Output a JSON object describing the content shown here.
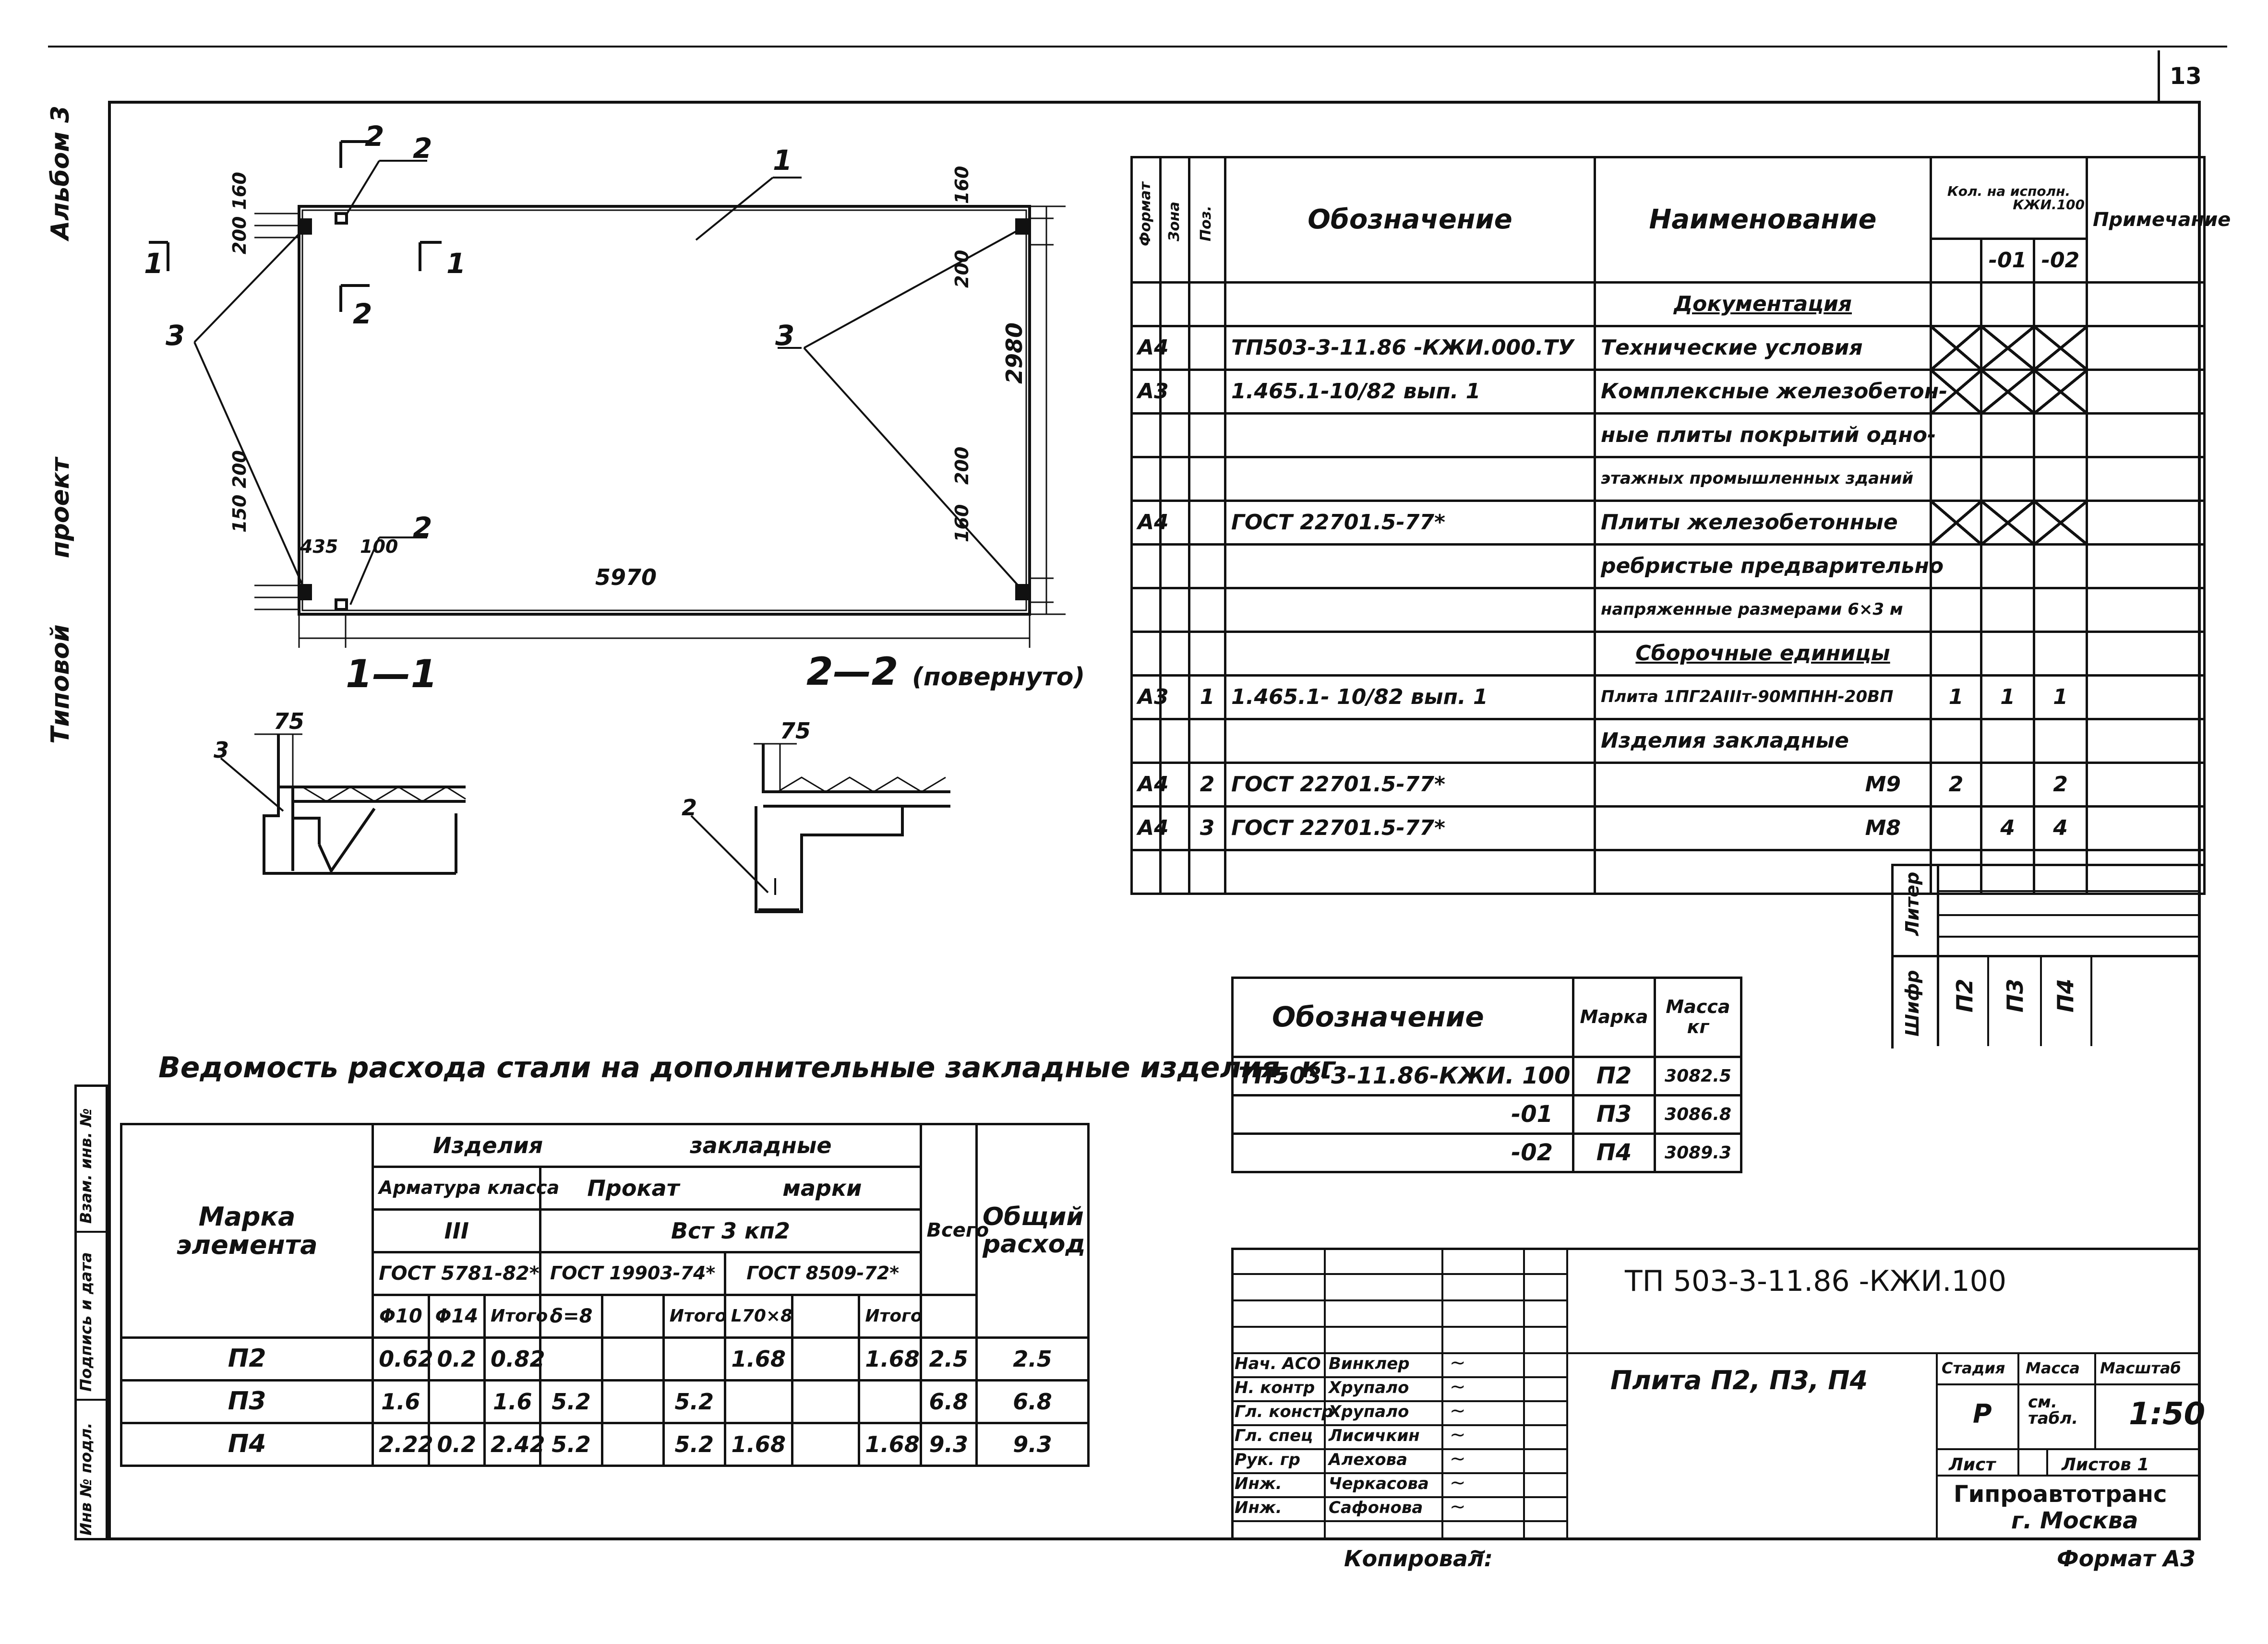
{
  "sheet_number": "13",
  "left_margin": {
    "album": "Альбом 3",
    "type": "Типовой проект"
  },
  "left_stamp_cells": [
    "Инв № подл.",
    "Подпись и дата",
    "Взам. инв. №"
  ],
  "plan": {
    "dims": {
      "total_length": "5970",
      "width": "2980",
      "left_offset": "435",
      "insert_width": "100",
      "top_right": "160",
      "right_upper": "200",
      "right_lower": "200",
      "bottom_right": "160",
      "left_top": "200 160",
      "left_bottom": "150 200"
    },
    "callouts": {
      "pos1": "1",
      "pos2": "2",
      "pos3": "3"
    },
    "section_marks": {
      "s1": "1",
      "s2": "2"
    }
  },
  "section_1": {
    "title": "1—1",
    "dim": "75",
    "pos": "3"
  },
  "section_2": {
    "title": "2—2",
    "note": "(повернуто)",
    "dim": "75",
    "pos": "2"
  },
  "spec": {
    "headers": {
      "format": "Формат",
      "zone": "Зона",
      "pos": "Поз.",
      "designation": "Обозначение",
      "name": "Наименование",
      "qty": "Кол. на исполн.",
      "qty_base": "КЖИ.100",
      "qty_01": "-01",
      "qty_02": "-02",
      "note": "Примечание"
    },
    "rows": [
      {
        "f": "",
        "z": "",
        "p": "",
        "d": "",
        "n": "Документация",
        "q0": "",
        "q1": "",
        "q2": "",
        "section": true
      },
      {
        "f": "А4",
        "z": "",
        "p": "",
        "d": "ТП503-3-11.86   -КЖИ.000.ТУ",
        "n": "Технические условия",
        "q0": "",
        "q1": "",
        "q2": "",
        "x": true
      },
      {
        "f": "А3",
        "z": "",
        "p": "",
        "d": "1.465.1-10/82   вып. 1",
        "n": "Комплексные железобетон-",
        "q0": "",
        "q1": "",
        "q2": "",
        "x": true
      },
      {
        "f": "",
        "z": "",
        "p": "",
        "d": "",
        "n": "ные плиты покрытий одно-",
        "q0": "",
        "q1": "",
        "q2": ""
      },
      {
        "f": "",
        "z": "",
        "p": "",
        "d": "",
        "n": "этажных промышленных зданий",
        "q0": "",
        "q1": "",
        "q2": ""
      },
      {
        "f": "А4",
        "z": "",
        "p": "",
        "d": "ГОСТ 22701.5-77*",
        "n": "Плиты железобетонные",
        "q0": "",
        "q1": "",
        "q2": "",
        "x": true
      },
      {
        "f": "",
        "z": "",
        "p": "",
        "d": "",
        "n": "ребристые предварительно",
        "q0": "",
        "q1": "",
        "q2": ""
      },
      {
        "f": "",
        "z": "",
        "p": "",
        "d": "",
        "n": "напряженные размерами 6×3 м",
        "q0": "",
        "q1": "",
        "q2": ""
      },
      {
        "f": "",
        "z": "",
        "p": "",
        "d": "",
        "n": "Сборочные единицы",
        "q0": "",
        "q1": "",
        "q2": "",
        "section": true
      },
      {
        "f": "А3",
        "z": "",
        "p": "1",
        "d": "1.465.1- 10/82    вып. 1",
        "n": "Плита 1ПГ2АIIIт-90МПНН-20ВП",
        "q0": "1",
        "q1": "1",
        "q2": "1"
      },
      {
        "f": "",
        "z": "",
        "p": "",
        "d": "",
        "n": "Изделия закладные",
        "q0": "",
        "q1": "",
        "q2": ""
      },
      {
        "f": "А4",
        "z": "",
        "p": "2",
        "d": "ГОСТ  22701.5-77*",
        "n": "М9",
        "q0": "2",
        "q1": "",
        "q2": "2"
      },
      {
        "f": "А4",
        "z": "",
        "p": "3",
        "d": "ГОСТ  22701.5-77*",
        "n": "М8",
        "q0": "",
        "q1": "4",
        "q2": "4"
      },
      {
        "f": "",
        "z": "",
        "p": "",
        "d": "",
        "n": "",
        "q0": "",
        "q1": "",
        "q2": ""
      }
    ],
    "variant_headers": {
      "letter": "Литер",
      "code": "Шифр",
      "v0": "П2",
      "v1": "П3",
      "v2": "П4"
    }
  },
  "mass_table": {
    "headers": {
      "designation": "Обозначение",
      "mark": "Марка",
      "mass": "Масса кг"
    },
    "rows": [
      {
        "d": "ТП503-3-11.86-КЖИ. 100",
        "m": "П2",
        "w": "3082.5"
      },
      {
        "d": "-01",
        "m": "П3",
        "w": "3086.8"
      },
      {
        "d": "-02",
        "m": "П4",
        "w": "3089.3"
      }
    ]
  },
  "steel_title": "Ведомость расхода стали на дополнительные закладные изделия, кг",
  "steel_table": {
    "h": {
      "mark": "Марка элемента",
      "items": "Изделия",
      "embedded": "закладные",
      "rebar": "Арматура класса",
      "rolled": "Прокат",
      "grade": "марки",
      "total": "Всего",
      "overall": "Общий расход",
      "cls": "III",
      "steel": "Вст 3   кп2",
      "gost1": "ГОСТ 5781-82*",
      "gost2": "ГОСТ 19903-74*",
      "gost3": "ГОСТ 8509-72*",
      "c1": "Φ10",
      "c2": "Φ14",
      "c3": "Итого",
      "c4": "δ=8",
      "c5": "",
      "c6": "Итого",
      "c7": "L70×8",
      "c8": "",
      "c9": "Итого"
    },
    "rows": [
      {
        "m": "П2",
        "v": [
          "0.62",
          "0.2",
          "0.82",
          "",
          "",
          "",
          "1.68",
          "",
          "1.68"
        ],
        "t": "2.5",
        "o": "2.5"
      },
      {
        "m": "П3",
        "v": [
          "1.6",
          "",
          "1.6",
          "5.2",
          "",
          "5.2",
          "",
          "",
          ""
        ],
        "t": "6.8",
        "o": "6.8"
      },
      {
        "m": "П4",
        "v": [
          "2.22",
          "0.2",
          "2.42",
          "5.2",
          "",
          "5.2",
          "1.68",
          "",
          "1.68"
        ],
        "t": "9.3",
        "o": "9.3"
      }
    ]
  },
  "title_block": {
    "code": "ТП 503-3-11.86        -КЖИ.100",
    "title": "Плита П2, П3, П4",
    "stage_h": "Стадия",
    "mass_h": "Масса",
    "scale_h": "Масштаб",
    "stage": "Р",
    "mass": "см. табл.",
    "scale": "1:50",
    "sheet": "Лист",
    "sheets": "Листов 1",
    "org": "Гипроавтотранс",
    "city": "г. Москва",
    "people": [
      {
        "role": "Нач. АСО",
        "name": "Винклер"
      },
      {
        "role": "Н. контр",
        "name": "Хрупало"
      },
      {
        "role": "Гл. констр",
        "name": "Хрупало"
      },
      {
        "role": "Гл. спец",
        "name": "Лисичкин"
      },
      {
        "role": "Рук. гр",
        "name": "Алехова"
      },
      {
        "role": "Инж.",
        "name": "Черкасова"
      },
      {
        "role": "Инж.",
        "name": "Сафонова"
      }
    ],
    "copied": "Копировал:",
    "format": "Формат А3"
  }
}
